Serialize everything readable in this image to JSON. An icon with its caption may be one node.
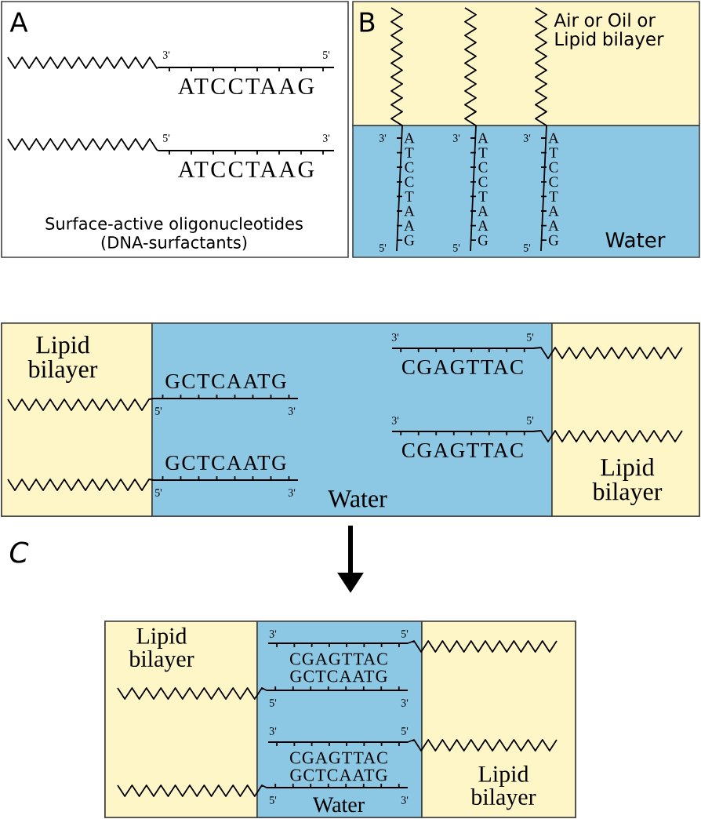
{
  "diagram": {
    "nodes": [
      {
        "text": [
          "Surface-active oligonucleotides (DNA-surfactants)"
        ]
      },
      {
        "text": [
          "Air or Oil or Lipid bilayer"
        ]
      },
      {
        "text": [
          "Water"
        ]
      },
      {
        "text": [],
        "shape": "box"
      },
      {
        "text": [
          "Lipid bilayer"
        ],
        "in": 3
      },
      {
        "text": [
          "Water"
        ],
        "in": 3
      },
      {
        "text": [
          "Lipid bilayer"
        ],
        "in": 3
      },
      {
        "text": [],
        "shape": "box"
      },
      {
        "text": [
          "Lipid bilayer"
        ],
        "in": 7
      },
      {
        "text": [
          "Water"
        ],
        "in": 7
      },
      {
        "text": [
          "Lipid bilayer"
        ],
        "in": 7
      }
    ],
    "edges": [
      {
        "from": 3,
        "to": 7,
        "arrow": "to"
      }
    ],
    "labels": [
      "A",
      "3'",
      "5'",
      "ATCCTAAG",
      "5'",
      "3'",
      "ATCCTAAG",
      "B",
      "3'",
      "A",
      "T",
      "C",
      "C",
      "T",
      "A",
      "A",
      "G",
      "5'",
      "3'",
      "A",
      "T",
      "C",
      "C",
      "T",
      "A",
      "A",
      "G",
      "5'",
      "3'",
      "A",
      "T",
      "C",
      "C",
      "T",
      "A",
      "A",
      "G",
      "5'",
      "GCTCAATG",
      "5'",
      "3'",
      "GCTCAATG",
      "5'",
      "3'",
      "3'",
      "5'",
      "CGAGTTAC",
      "3'",
      "5'",
      "CGAGTTAC",
      "C",
      "3'",
      "5'",
      "CGAGTTAC",
      "GCTCAATG",
      "5'",
      "3'",
      "3'",
      "5'",
      "CGAGTTAC",
      "GCTCAATG",
      "5'",
      "3'"
    ]
  }
}
